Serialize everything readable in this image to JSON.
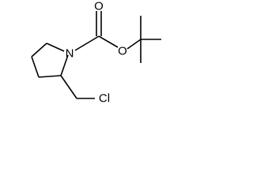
{
  "molecule": {
    "atoms": {
      "nitrogen": "N",
      "carbonyl_oxygen": "O",
      "ester_oxygen": "O",
      "chlorine": "Cl"
    }
  }
}
